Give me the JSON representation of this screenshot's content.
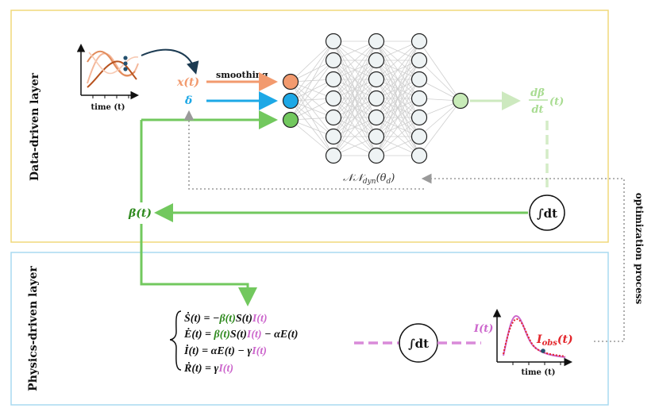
{
  "layers": {
    "data_label": "Data-driven layer",
    "physics_label": "Physics-driven layer"
  },
  "inputs": {
    "x_label": "x(t)",
    "delta_label": "δ",
    "smoothing_label": "smoothing",
    "thumb_xlabel": "time (t)"
  },
  "network": {
    "label": "𝒩𝒩",
    "sub": "dyn",
    "arg": "(θ",
    "arg_sub": "d",
    "arg_end": ")",
    "output_label_num": "dβ",
    "output_label_den": "dt",
    "output_label_t": "(t)"
  },
  "integrals": {
    "upper": "∫dt",
    "lower": "∫dt"
  },
  "beta_label": "β(t)",
  "equations": {
    "S": {
      "lhs": "Ṡ(t) = −",
      "beta": "β(t)",
      "mid": "S(t)",
      "I": "I(t)"
    },
    "E": {
      "lhs": "Ė(t) = ",
      "beta": "β(t)",
      "mid": "S(t)",
      "I": "I(t)",
      "tail": " − αE(t)"
    },
    "I": {
      "lhs": "İ(t) = αE(t) − γ",
      "I": "I(t)"
    },
    "R": {
      "lhs": "Ṙ(t) = γ",
      "I": "I(t)"
    }
  },
  "observation": {
    "I_label": "I(t)",
    "obs_label": "I",
    "obs_sub": "obs",
    "obs_end": "(t)",
    "xlabel": "time (t)"
  },
  "optimization_label": "optimization process",
  "colors": {
    "orange": "#f29a6e",
    "blue": "#1da8e6",
    "green": "#72c85e",
    "light_green": "#a9dc92",
    "dark_green": "#2f8a1f",
    "magenta": "#cc66cc",
    "red": "#e3262c",
    "frame_yellow": "#f1d87a",
    "frame_blue": "#a8daf0",
    "neuron_fill": "#eef3f4",
    "edges": "#cfcfcf"
  }
}
